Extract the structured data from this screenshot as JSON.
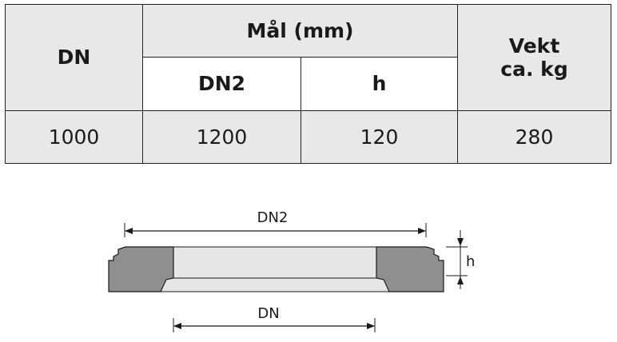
{
  "table": {
    "headers": {
      "dn": "DN",
      "dimensions": "Mål (mm)",
      "dn2": "DN2",
      "h": "h",
      "weight_line1": "Vekt",
      "weight_line2": "ca. kg"
    },
    "row": {
      "dn": "1000",
      "dn2": "1200",
      "h": "120",
      "weight": "280"
    }
  },
  "drawing": {
    "label_dn2": "DN2",
    "label_dn": "DN",
    "label_h": "h",
    "colors": {
      "ring_fill": "#8f8f8f",
      "inner_fill": "#e6e6e6",
      "line": "#1a1a1a"
    }
  }
}
